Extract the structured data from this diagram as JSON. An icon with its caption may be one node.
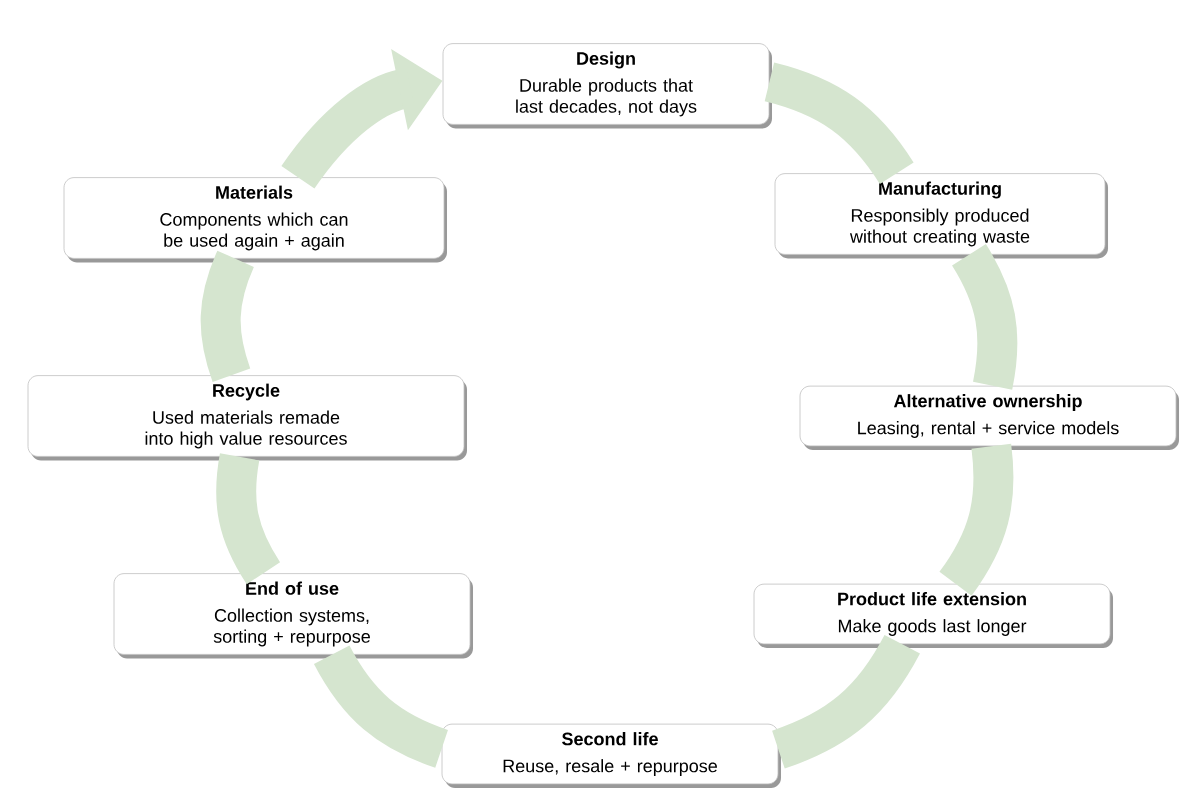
{
  "diagram": {
    "nodes": [
      {
        "text": [
          "Design",
          "Durable products that last decades, not days"
        ]
      },
      {
        "text": [
          "Manufacturing",
          "Responsibly produced without creating waste"
        ]
      },
      {
        "text": [
          "Alternative ownership",
          "Leasing, rental + service models"
        ]
      },
      {
        "text": [
          "Product life extension",
          "Make goods last longer"
        ]
      },
      {
        "text": [
          "Second life",
          "Reuse, resale + repurpose"
        ]
      },
      {
        "text": [
          "End of use",
          "Collection systems, sorting + repurpose"
        ]
      },
      {
        "text": [
          "Recycle",
          "Used materials remade into high value resources"
        ]
      },
      {
        "text": [
          "Materials",
          "Components which can be used again + again"
        ]
      }
    ],
    "edges": [
      {
        "from": 0,
        "to": 1,
        "arrow": "none"
      },
      {
        "from": 1,
        "to": 2,
        "arrow": "none"
      },
      {
        "from": 2,
        "to": 3,
        "arrow": "none"
      },
      {
        "from": 3,
        "to": 4,
        "arrow": "none"
      },
      {
        "from": 4,
        "to": 5,
        "arrow": "none"
      },
      {
        "from": 5,
        "to": 6,
        "arrow": "none"
      },
      {
        "from": 6,
        "to": 7,
        "arrow": "none"
      },
      {
        "from": 7,
        "to": 0,
        "arrow": "to"
      }
    ]
  }
}
